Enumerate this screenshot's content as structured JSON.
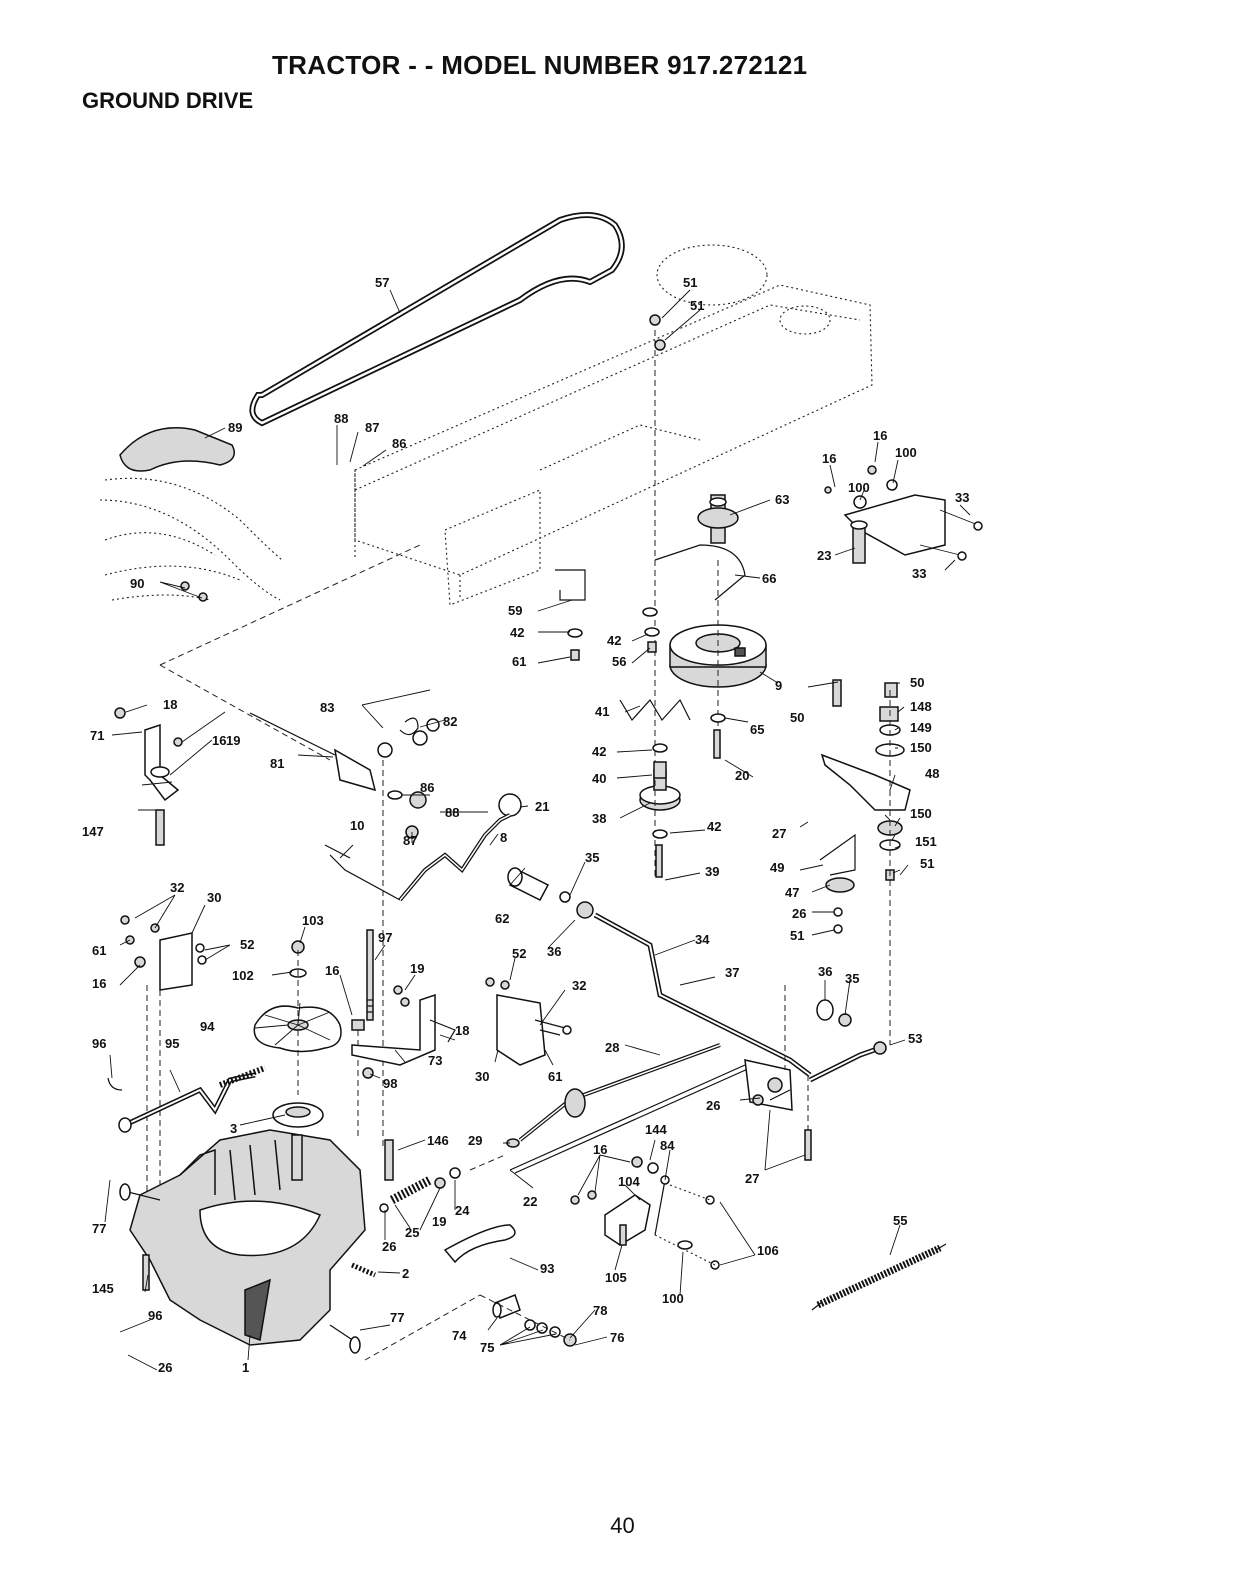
{
  "header": {
    "title": "TRACTOR - - MODEL NUMBER 917.272121",
    "section": "GROUND DRIVE"
  },
  "footer": {
    "page_number": "40"
  },
  "callouts": [
    "57",
    "51",
    "51",
    "89",
    "88",
    "87",
    "86",
    "16",
    "100",
    "16",
    "100",
    "33",
    "63",
    "23",
    "33",
    "66",
    "90",
    "59",
    "42",
    "42",
    "61",
    "56",
    "9",
    "50",
    "148",
    "149",
    "150",
    "48",
    "18",
    "83",
    "82",
    "19",
    "71",
    "16",
    "81",
    "41",
    "65",
    "42",
    "40",
    "20",
    "50",
    "86",
    "88",
    "21",
    "147",
    "10",
    "87",
    "8",
    "38",
    "42",
    "150",
    "151",
    "27",
    "49",
    "51",
    "35",
    "39",
    "47",
    "32",
    "30",
    "62",
    "26",
    "52",
    "61",
    "103",
    "97",
    "36",
    "34",
    "51",
    "16",
    "102",
    "19",
    "52",
    "16",
    "32",
    "37",
    "36",
    "35",
    "94",
    "18",
    "96",
    "95",
    "73",
    "30",
    "61",
    "28",
    "53",
    "98",
    "26",
    "3",
    "146",
    "29",
    "144",
    "84",
    "16",
    "104",
    "27",
    "77",
    "24",
    "19",
    "22",
    "25",
    "26",
    "106",
    "55",
    "145",
    "2",
    "93",
    "105",
    "100",
    "96",
    "78",
    "77",
    "74",
    "76",
    "75",
    "26",
    "1"
  ]
}
